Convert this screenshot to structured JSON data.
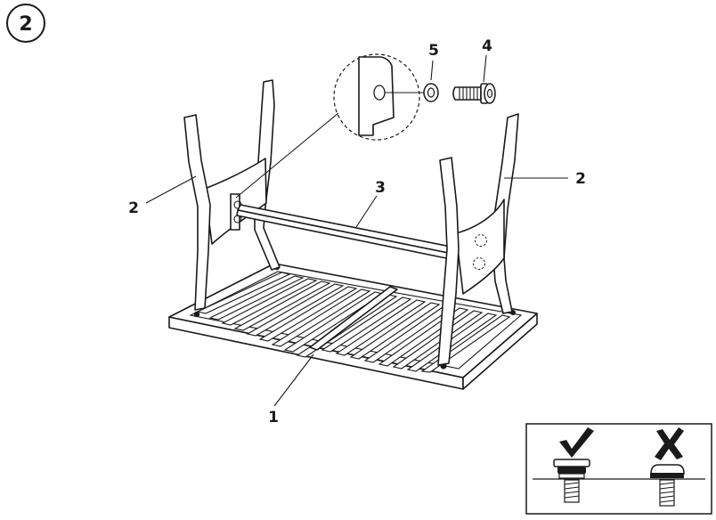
{
  "step": {
    "number": "2"
  },
  "callouts": {
    "tabletop": "1",
    "leg_left": "2",
    "leg_right": "2",
    "crossbar": "3",
    "bolt": "4",
    "washer": "5"
  },
  "inset": {
    "correct_icon": "check-icon",
    "wrong_icon": "cross-icon"
  },
  "colors": {
    "line": "#1a1a1a",
    "background": "#ffffff"
  }
}
